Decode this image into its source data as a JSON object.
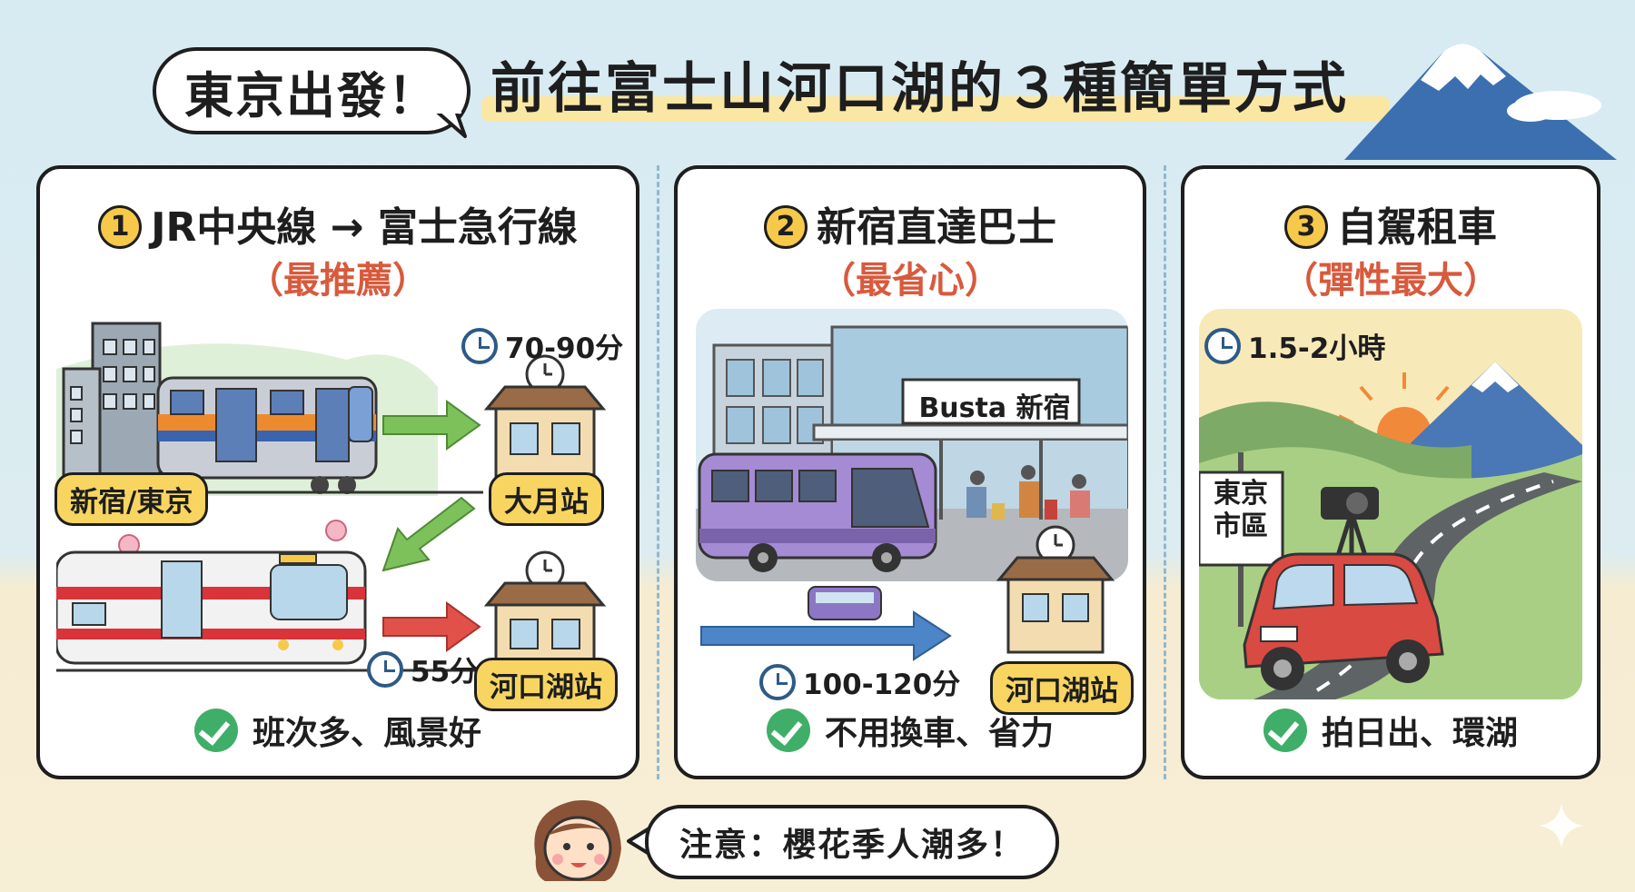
{
  "header": {
    "bubble_text": "東京出發！",
    "title": "前往富士山河口湖的３種簡單方式"
  },
  "options": [
    {
      "number": "1",
      "title": "JR中央線 → 富士急行線",
      "subtitle": "（最推薦）",
      "time_1": "70-90分",
      "time_2": "55分",
      "origin_label": "新宿/東京",
      "transfer_label": "大月站",
      "destination_label": "河口湖站",
      "pro": "班次多、風景好"
    },
    {
      "number": "2",
      "title": "新宿直達巴士",
      "subtitle": "（最省心）",
      "station_sign": "Busta 新宿",
      "time": "100-120分",
      "destination_label": "河口湖站",
      "pro": "不用換車、省力"
    },
    {
      "number": "3",
      "title": "自駕租車",
      "subtitle": "（彈性最大）",
      "time": "1.5-2小時",
      "road_sign_line1": "東京",
      "road_sign_line2": "市區",
      "pro": "拍日出、環湖"
    }
  ],
  "footer": {
    "note": "注意：櫻花季人潮多！"
  },
  "colors": {
    "accent_yellow": "#f8d560",
    "subtitle_red": "#d85a3d",
    "check_green": "#3fae68",
    "clock_blue": "#2d5a87"
  }
}
